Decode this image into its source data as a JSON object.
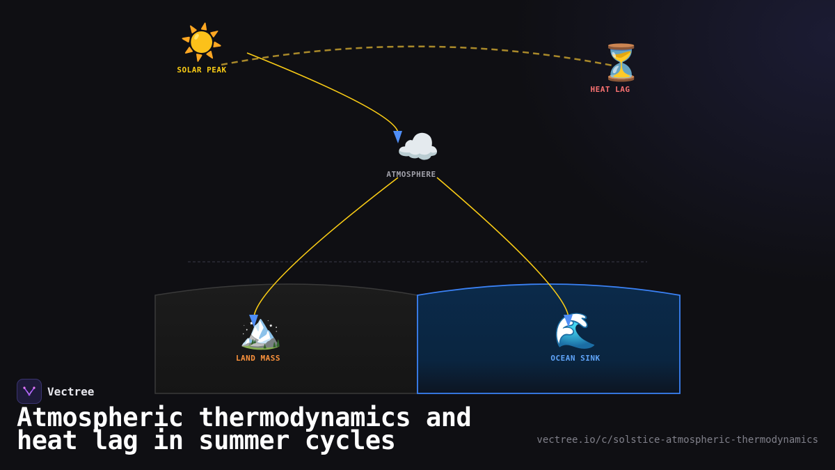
{
  "nodes": {
    "solar_peak": {
      "emoji": "☀️",
      "label": "SOLAR PEAK",
      "color": "#facc15"
    },
    "heat_lag": {
      "emoji": "⏳",
      "label": "HEAT LAG",
      "color": "#f87171"
    },
    "atmosphere": {
      "emoji": "☁️",
      "label": "ATMOSPHERE",
      "color": "#a1a1aa"
    },
    "land_mass": {
      "emoji": "🏔️",
      "label": "LAND MASS",
      "color": "#fb923c"
    },
    "ocean_sink": {
      "emoji": "🌊",
      "label": "OCEAN SINK",
      "color": "#60a5fa"
    }
  },
  "edges": [
    {
      "from": "solar_peak",
      "to": "heat_lag",
      "style": "dashed"
    },
    {
      "from": "solar_peak",
      "to": "atmosphere",
      "style": "solid"
    },
    {
      "from": "atmosphere",
      "to": "land_mass",
      "style": "solid"
    },
    {
      "from": "atmosphere",
      "to": "ocean_sink",
      "style": "solid"
    }
  ],
  "colors": {
    "flow_line": "#facc15",
    "arrowhead": "#4f8ef7",
    "ocean_border": "#3b82f6",
    "land_border": "#3a3a3a"
  },
  "brand": {
    "name": "Vectree"
  },
  "title": "Atmospheric thermodynamics and heat lag in summer cycles",
  "url": "vectree.io/c/solstice-atmospheric-thermodynamics"
}
